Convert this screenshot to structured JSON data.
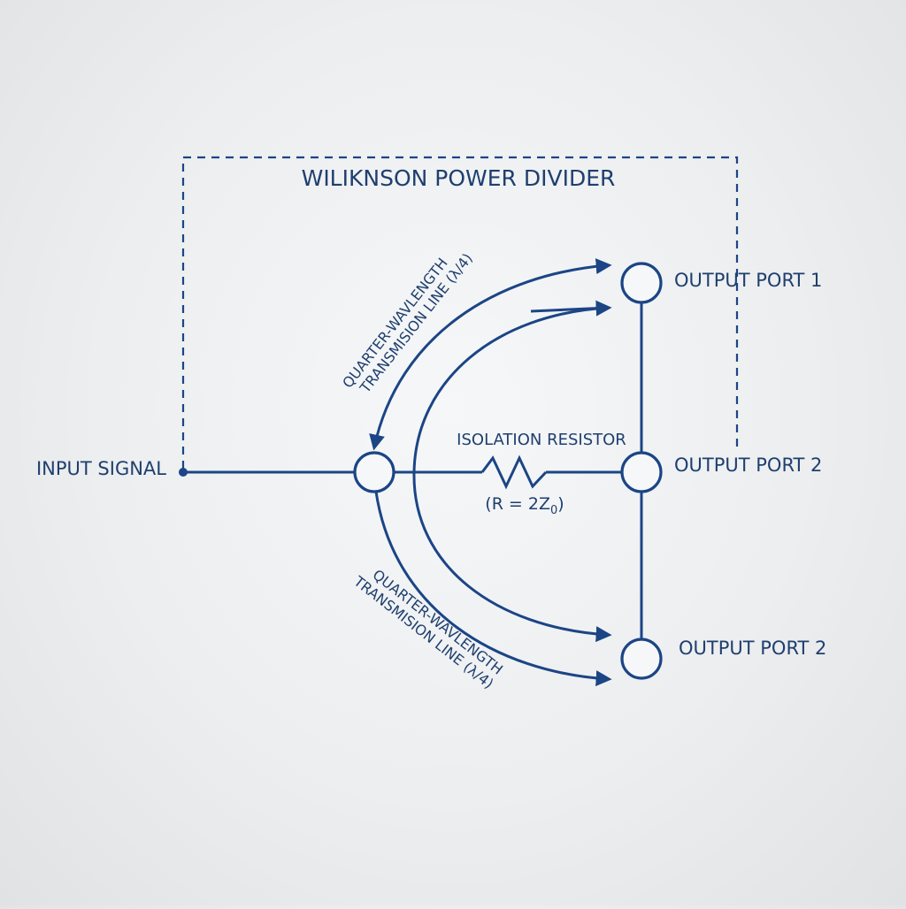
{
  "diagram": {
    "title": "WILIKNSON POWER DIVIDER",
    "input_label": "INPUT SIGNAL",
    "ports": [
      {
        "id": "port1",
        "label": "OUTPUT PORT 1"
      },
      {
        "id": "port2-mid",
        "label": "OUTPUT PORT 2"
      },
      {
        "id": "port2-bottom",
        "label": "OUTPUT PORT 2"
      }
    ],
    "resistor": {
      "label": "ISOLATION RESISTOR",
      "value_prefix": "(R = 2Z",
      "value_subscript": "0",
      "value_suffix": ")"
    },
    "transmission_lines": [
      {
        "id": "upper",
        "line1": "QUARTER-WAVLENGTH",
        "line2": "TRANSMISION LINE (λ/4)"
      },
      {
        "id": "lower",
        "line1": "QUARTER-WAVLENGTH",
        "line2": "TRANSMISION LINE (λ/4)"
      }
    ],
    "colors": {
      "line": "#1b4585",
      "text": "#1f3f6e",
      "background": "#eceef0"
    }
  }
}
